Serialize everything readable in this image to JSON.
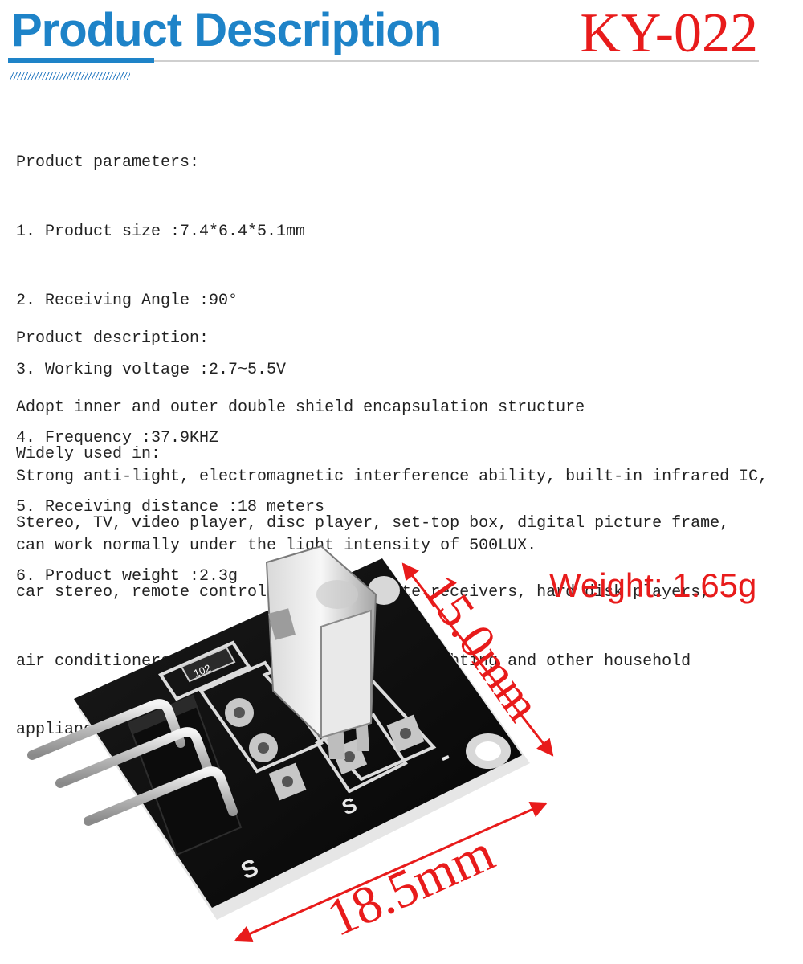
{
  "header": {
    "title": "Product Description",
    "model": "KY-022"
  },
  "parameters": {
    "heading": "Product parameters:",
    "items": [
      "1. Product size :7.4*6.4*5.1mm",
      "2. Receiving Angle :90°",
      "3. Working voltage :2.7~5.5V",
      "4. Frequency :37.9KHZ",
      "5. Receiving distance :18 meters",
      "6. Product weight :2.3g"
    ]
  },
  "description": {
    "heading": "Product description:",
    "lines": [
      "Adopt inner and outer double shield encapsulation structure",
      "Strong anti-light, electromagnetic interference ability, built-in infrared IC,",
      "can work normally under the light intensity of 500LUX."
    ]
  },
  "usage": {
    "heading": "Widely used in:",
    "lines": [
      "Stereo, TV, video player, disc player, set-top box, digital picture frame,",
      "car stereo, remote control toys, satellite receivers, hard disk players,",
      "air conditioners, heaters, electric fans, lighting and other household",
      "appliances."
    ]
  },
  "figure": {
    "weight": "Weight: 1.65g",
    "dimension_height": "15.0mm",
    "dimension_width": "18.5mm",
    "resistor_code": "102",
    "pin_label_signal": "S",
    "pin_label_minus": "-"
  },
  "colors": {
    "brand_blue": "#1e83c8",
    "accent_red": "#e81b1b"
  }
}
